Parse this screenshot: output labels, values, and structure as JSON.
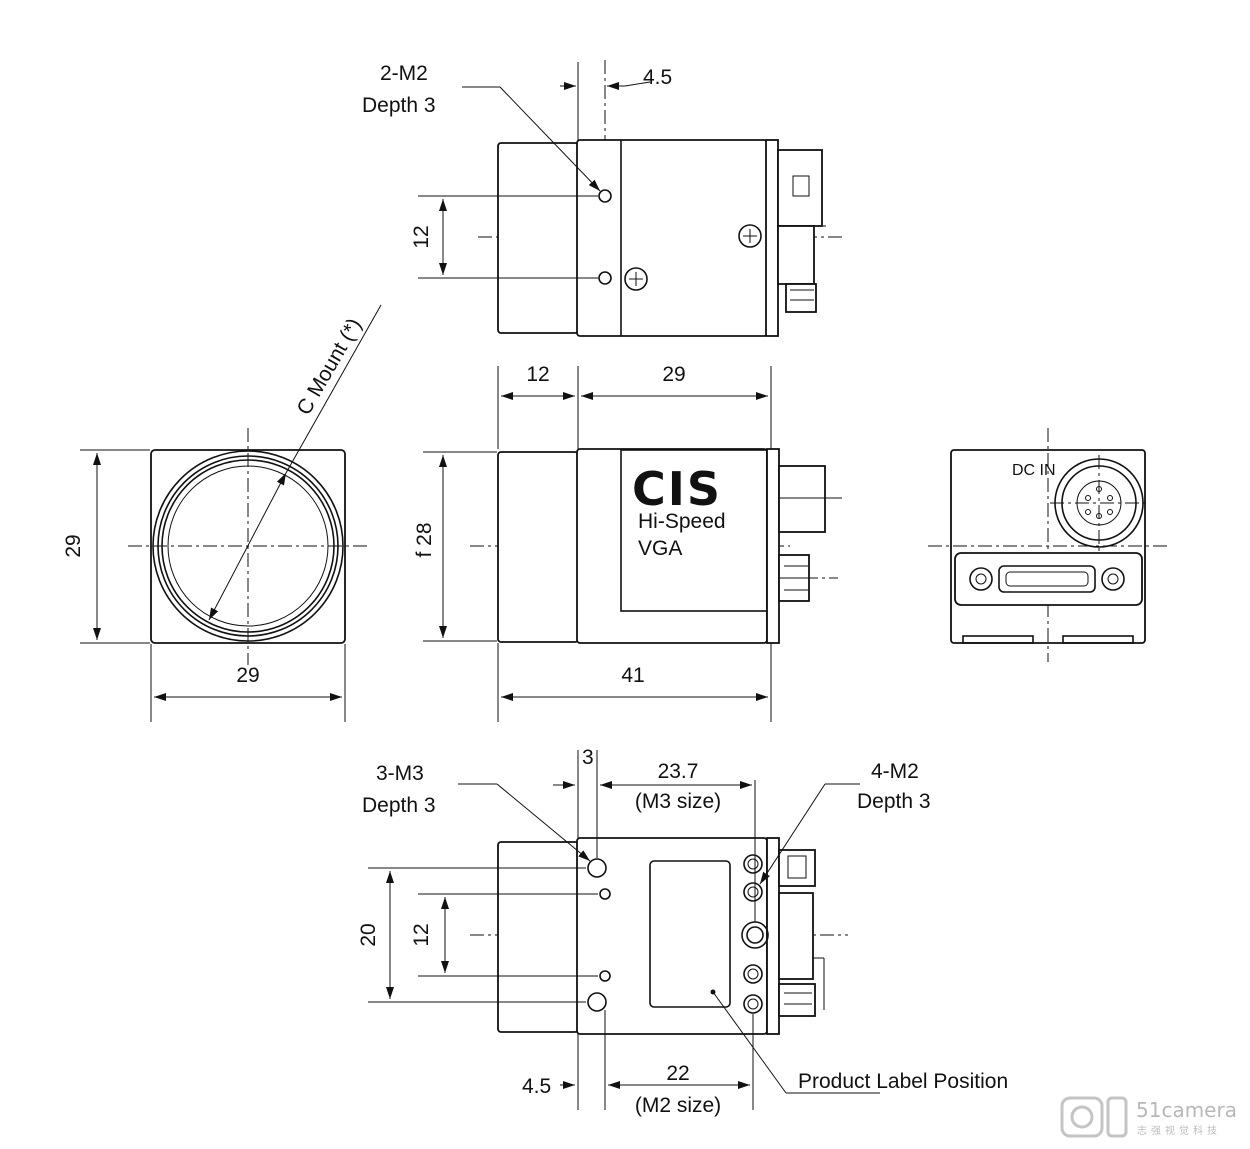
{
  "top_view": {
    "hole_label_1": "2-M2",
    "hole_label_2": "Depth 3",
    "dim_offset": "4.5",
    "dim_pitch": "12"
  },
  "side_view": {
    "dim_front": "12",
    "dim_rear": "29",
    "dim_height": "f 28",
    "dim_length": "41",
    "logo": "CIS",
    "label_line1": "Hi-Speed",
    "label_line2": "VGA"
  },
  "front_view": {
    "mount_label": "C Mount (*)",
    "dim_height": "29",
    "dim_width": "29"
  },
  "rear_view": {
    "connector_label": "DC IN"
  },
  "bottom_view": {
    "m3_label_1": "3-M3",
    "m3_label_2": "Depth 3",
    "m2_label_1": "4-M2",
    "m2_label_2": "Depth 3",
    "dim_offset_top": "3",
    "dim_m3_value": "23.7",
    "dim_m3_note": "(M3 size)",
    "dim_m2_value": "22",
    "dim_m2_note": "(M2 size)",
    "dim_offset_bottom": "4.5",
    "dim_outer": "20",
    "dim_inner": "12",
    "product_label": "Product Label Position"
  },
  "watermark": {
    "brand": "51camera",
    "tagline": "志强视觉科技"
  }
}
